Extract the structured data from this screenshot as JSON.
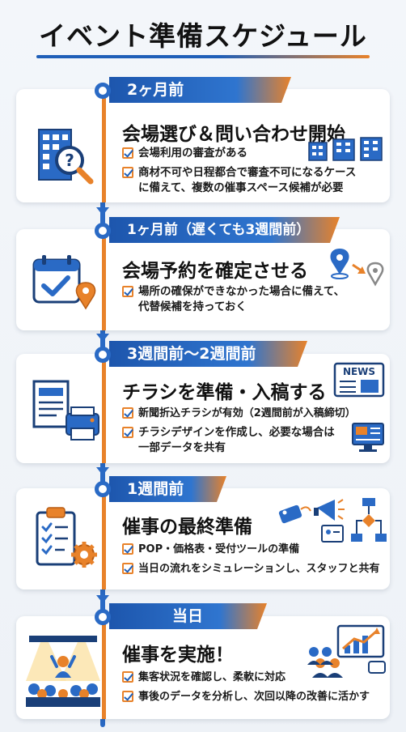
{
  "title": "イベント準備スケジュール",
  "steps": [
    {
      "timing": "2ヶ月前",
      "heading": "会場選び＆問い合わせ開始",
      "bullets": [
        "会場利用の審査がある",
        "商材不可や日程都合で審査不可になるケース",
        "に備えて、複数の催事スペース候補が必要"
      ],
      "icon": "building-search-icon",
      "deco_icon": "buildings-icon"
    },
    {
      "timing": "1ヶ月前（遅くても3週間前）",
      "heading": "会場予約を確定させる",
      "bullets": [
        "場所の確保ができなかった場合に備えて、",
        "代替候補を持っておく"
      ],
      "icon": "calendar-check-icon",
      "deco_icon": "location-pins-icon"
    },
    {
      "timing": "3週間前〜2週間前",
      "heading": "チラシを準備・入稿する",
      "bullets": [
        "新聞折込チラシが有効（2週間前が入稿締切）",
        "チラシデザインを作成し、必要な場合は",
        "一部データを共有"
      ],
      "icon": "printer-flyer-icon",
      "deco_icon": "newspaper-icon",
      "news_label": "NEWS"
    },
    {
      "timing": "1週間前",
      "heading": "催事の最終準備",
      "bullets": [
        "POP・価格表・受付ツールの準備",
        "当日の流れをシミュレーションし、スタッフと共有"
      ],
      "icon": "clipboard-gear-icon",
      "deco_icon": "tools-flow-icon"
    },
    {
      "timing": "当日",
      "heading": "催事を実施！",
      "bullets": [
        "集客状況を確認し、柔軟に対応",
        "事後のデータを分析し、次回以降の改善に活かす"
      ],
      "icon": "event-stage-icon",
      "deco_icon": "analytics-crowd-icon"
    }
  ],
  "colors": {
    "blue": "#2a6ac5",
    "orange": "#e8822a",
    "dark": "#111111"
  }
}
